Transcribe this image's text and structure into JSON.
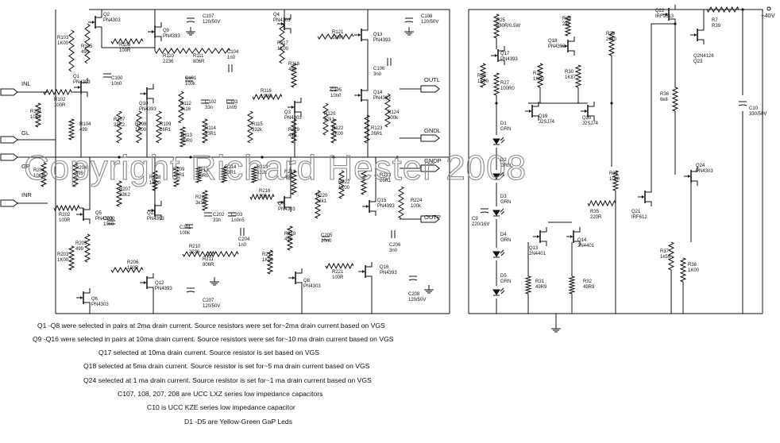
{
  "ports": {
    "inl": "INL",
    "gl": "GL",
    "gp": "GP",
    "inr": "INR",
    "outl": "OUTL",
    "gndl": "GNDL",
    "gndp": "GNDP",
    "outp": "OUTP",
    "supply": "+40V"
  },
  "transistors": {
    "q1": [
      "Q1",
      "PN4303"
    ],
    "q2": [
      "Q2",
      "PN4303"
    ],
    "q3": [
      "Q3",
      "PN4303"
    ],
    "q4": [
      "Q4",
      "PN4303"
    ],
    "q5": [
      "Q5",
      "PN4303"
    ],
    "q6": [
      "Q6",
      "PN4303"
    ],
    "q7": [
      "Q7",
      "PN4303"
    ],
    "q8": [
      "Q8",
      "PN4303"
    ],
    "q9": [
      "Q9",
      "PN4393"
    ],
    "q10": [
      "Q10",
      "PN4393"
    ],
    "q11": [
      "Q11",
      "PN4393"
    ],
    "q12": [
      "Q12",
      "PN4393"
    ],
    "q13": [
      "Q13",
      "PN4393"
    ],
    "q14": [
      "Q14",
      "PN4393"
    ],
    "q15": [
      "Q15",
      "PN4393"
    ],
    "q16": [
      "Q16",
      "PN4393"
    ],
    "q17": [
      "Q17",
      "PN4393"
    ],
    "q18": [
      "Q18",
      "PN4393"
    ],
    "q19": [
      "Q19",
      "J2SJ74"
    ],
    "q20": [
      "Q20",
      "J2SJ74"
    ],
    "q21": [
      "Q21",
      "IRF612"
    ],
    "q22": [
      "Q22",
      "IRF9613"
    ],
    "q23": [
      "Q2N4126",
      "Q23"
    ],
    "q24": [
      "Q24",
      "PN4303"
    ],
    "q13b": [
      "Q13",
      "2N4401"
    ],
    "q14b": [
      "Q14",
      "2N4401"
    ]
  },
  "resistors": {
    "r101": [
      "R101",
      "10K2"
    ],
    "r102": [
      "R102",
      "100R"
    ],
    "r103": [
      "R103",
      "1K00"
    ],
    "r104": [
      "R104",
      "499"
    ],
    "r105": [
      "R105",
      "499"
    ],
    "r106": [
      "R106",
      "100R"
    ],
    "r107": [
      "R107",
      "33K2"
    ],
    "r108": [
      "R108",
      "1K00"
    ],
    "r109": [
      "R109",
      "26R1"
    ],
    "r110": [
      "R110",
      "2236"
    ],
    "r111": [
      "R111",
      "806R"
    ],
    "r112": [
      "R112",
      "3k16"
    ],
    "r113": [
      "R113",
      "20R0"
    ],
    "r114": [
      "R114",
      "93R1"
    ],
    "r115": [
      "R115",
      "332k"
    ],
    "r116": [
      "R116",
      "100R"
    ],
    "r117": [
      "R117",
      "1K00"
    ],
    "r118": [
      "R118",
      "499"
    ],
    "r119": [
      "R119",
      "499"
    ],
    "r120": [
      "R120",
      "22k1"
    ],
    "r121": [
      "R121",
      "100R"
    ],
    "r122": [
      "R122",
      "1K00"
    ],
    "r123": [
      "R123",
      "26R1"
    ],
    "r124": [
      "R124",
      "100k"
    ],
    "r201": [
      "R201",
      "10K2"
    ],
    "r202": [
      "R202",
      "100R"
    ],
    "r203": [
      "R203",
      "1K00"
    ],
    "r204": [
      "R204",
      "499"
    ],
    "r205": [
      "R205",
      "499"
    ],
    "r206": [
      "R206",
      "100R"
    ],
    "r207": [
      "R207",
      "33K2"
    ],
    "r208": [
      "R208",
      "1K00"
    ],
    "r209": [
      "R209",
      "26R1"
    ],
    "r210": [
      "R210",
      "2236"
    ],
    "r211": [
      "R211",
      "806R"
    ],
    "r212": [
      "R212",
      "3k16"
    ],
    "r213": [
      "R213",
      "20R0"
    ],
    "r214": [
      "R214",
      "93R1"
    ],
    "r215": [
      "R215",
      "332k"
    ],
    "r216": [
      "R216",
      "100"
    ],
    "r217": [
      "R217",
      "1K00"
    ],
    "r218": [
      "R218",
      "499"
    ],
    "r219": [
      "R219",
      "499"
    ],
    "r220": [
      "R220",
      "22k1"
    ],
    "r221": [
      "R221",
      "100R"
    ],
    "r222": [
      "R222",
      "1K00"
    ],
    "r223": [
      "R223",
      "26R1"
    ],
    "r224": [
      "R224",
      "100k"
    ],
    "r25": [
      "R25",
      "680R/0.5W"
    ],
    "r26": [
      "R26",
      "1K00"
    ],
    "r27": [
      "R27",
      "100R0"
    ],
    "r28": [
      "R28",
      "2k2"
    ],
    "r29": [
      "R29",
      "1K00"
    ],
    "r30": [
      "R30",
      "1K87"
    ],
    "r31": [
      "R31",
      "49R9"
    ],
    "r32": [
      "R32",
      "49R9"
    ],
    "r33": [
      "R33",
      "20k0"
    ],
    "r34": [
      "R34",
      "10k0"
    ],
    "r35": [
      "R35",
      "220R"
    ],
    "r36": [
      "R36",
      "6k8"
    ],
    "r37": [
      "R37",
      "1k56"
    ],
    "r38": [
      "R38",
      "1K00"
    ],
    "r39": [
      "R7",
      "R39"
    ]
  },
  "capacitors": {
    "c100": [
      "C100",
      "10n0"
    ],
    "c101": [
      "C101",
      "100k"
    ],
    "c102": [
      "C102",
      "33n"
    ],
    "c103": [
      "C103",
      "1n05"
    ],
    "c104": [
      "C104",
      "1n0"
    ],
    "c105": [
      "C105",
      "10n0"
    ],
    "c106": [
      "C106",
      "3n0"
    ],
    "c107": [
      "C107",
      "120/50V"
    ],
    "c108": [
      "C108",
      "120/50V"
    ],
    "c200": [
      "C200",
      "10n0"
    ],
    "c201": [
      "C201",
      "100k"
    ],
    "c202": [
      "C202",
      "33n"
    ],
    "c203": [
      "C203",
      "1n0n5"
    ],
    "c204": [
      "C204",
      "1n0"
    ],
    "c205": [
      "C205",
      "10n0"
    ],
    "c206": [
      "C206",
      "3n0"
    ],
    "c207": [
      "C207",
      "120/50V"
    ],
    "c208": [
      "C208",
      "120/50V"
    ],
    "c9": [
      "C9",
      "220/16V"
    ],
    "c10": [
      "C10",
      "330/50V"
    ]
  },
  "leds": {
    "d1": [
      "D1",
      "GRN"
    ],
    "d2": [
      "D2",
      "GRN"
    ],
    "d3": [
      "D3",
      "GRN"
    ],
    "d4": [
      "D4",
      "GRN"
    ],
    "d5": [
      "D5",
      "GRN"
    ]
  },
  "watermark": "Copyright Richard Hester 2008",
  "notes": [
    "Q1 -Q8 were selected in pairs at 2ma drain current. Source resistors were set for~2ma drain current based on VGS",
    "Q9 -Q16 were selected in pairs at 10ma drain current. Source resistors were set for~10 ma drain current based on VGS",
    "Q17 selected at 10ma drain current. Source resistor is set based on VGS",
    "Q18 selected at 5ma drain current. Source resistor is set for~5 ma drain current based on VGS",
    "Q24 selected at 1 ma drain current. Source resistor is set for~1 ma drain current based on VGS",
    "C107, 108, 207, 208 are UCC LXZ series low impedance capacitors",
    "C10 is UCC KZE series low impedance capacitor",
    "D1 -D5 are Yellow-Green GaP Leds"
  ]
}
